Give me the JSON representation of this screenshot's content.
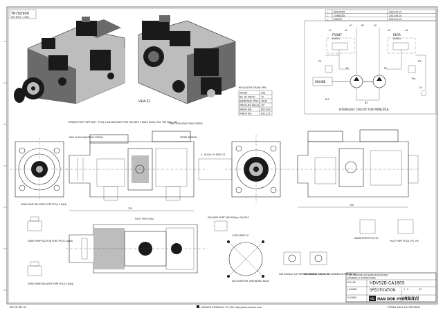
{
  "header": {
    "top_left_code": "TP-ISO900",
    "top_left_sub": "ISO 9001 : 2000"
  },
  "revisions": {
    "rows": [
      {
        "mark": "△",
        "desc": "ADD PORT",
        "date": "2002.04.15"
      },
      {
        "mark": "△",
        "desc": "CHANGED",
        "date": "2002.06.20"
      },
      {
        "mark": "△",
        "desc": "MODIFY",
        "date": "2003.01.10"
      }
    ]
  },
  "circuit": {
    "front_label": "FRONT",
    "front_sub": "(K4K6)",
    "rear_label": "REAR",
    "rear_sub": "(K4K6)",
    "engine_label": "ENGINE",
    "caption": "HYDRAULIC CIRCUIT FOR PRINCIPLE",
    "port_labels": [
      "A1",
      "A2",
      "B1",
      "B3",
      "Dr",
      "Pi1",
      "Pi2",
      "P1",
      "P2",
      "Psv",
      "Dr1",
      "a1",
      "a2",
      "a3",
      "a4"
    ]
  },
  "spec_table": {
    "title": "REGULATOR SPLINE SPEC",
    "rows": [
      {
        "k": "SPLINE",
        "v": "SAE"
      },
      {
        "k": "NO. OF TEETH",
        "v": "15"
      },
      {
        "k": "DIAMETRAL PITCH",
        "v": "16/32"
      },
      {
        "k": "PRESSURE ANGLE",
        "v": "30°"
      },
      {
        "k": "MAJOR DIA",
        "v": "Ø25.400"
      },
      {
        "k": "MINOR DIA",
        "v": "Ø22.225"
      }
    ]
  },
  "labels": {
    "view": "VIEW-ZZ",
    "torque_port": "TORQUE PORT\nPORT SIZE : PF1/4\n2 SW DELIVERY PORT (RE-INTO 3 WAYS PLUG)\nFULL THE BELL 100",
    "max_flow_adj": "MAX FLOW ADJUSTING SCREW",
    "min_flow_adj": "MIN FLOW ADJUSTING SCREW",
    "speed_sensor": "SPEED SENSOR",
    "pilot_port_g": "PILOT PORT (Psv)",
    "gear_pump_delivery": "GEAR PUMP DELIVERY PORT\nPF1/2-19(A4)",
    "gear_pump_suction": "GEAR PUMP SUCTION PORT\nPF3/4-14(A5)",
    "gear_pump_delivery2": "GEAR PUMP DELIVERY PORT\nPF1/2-19(A4)",
    "drain_port": "DRAIN PORT\nPF3/4-20",
    "pilot_port2": "PILOT PORT PF1/4, Pi1, Pi2",
    "suction_port": "SUCTION PORT\n(MOUNTING FACE)",
    "port_a1a2": "SAE 6000psi 3/4\nPORT DIMENSION\nFOR A1, A2",
    "port_b3": "SAE 3000psi 1-1/4\nPORT DIMENSION\nFOR B3, A3",
    "delivery_port": "DELIVERY PORT\nSAE 6000psi 3/4 M10",
    "f_detail": "F-M10 DEEP 20",
    "dim_4_m": "4 - M12x1.75 DEEP 22",
    "dim_top": "270",
    "dim_side": "190"
  },
  "title_block": {
    "company": "HAN DOK HYDRAULIC",
    "company_logo_text": "HD",
    "model": "HDVS2B-CA180S",
    "title": "SPECIFICATION",
    "drawing_no": "HSPC2B-A1",
    "scale": "1 : 5",
    "sheet": "A3",
    "drawn": "K.S.LEE",
    "checked": "J.H.PARK",
    "approved": "S.M.KIM",
    "notes_line1": "FOR TRACKED EXCAVATOR BOOSTED",
    "notes_line2": "HYDRAULIC SYSTEM SPEC"
  },
  "footer": {
    "left_text": "ATS 2B TBK 1B",
    "mid_text": "HAN DOK HYDRAULIC CO.,LTD.   http://www.handok.co.kr",
    "right_text": "ETS2B1-180-A-CA-HSPC2B-A1"
  }
}
